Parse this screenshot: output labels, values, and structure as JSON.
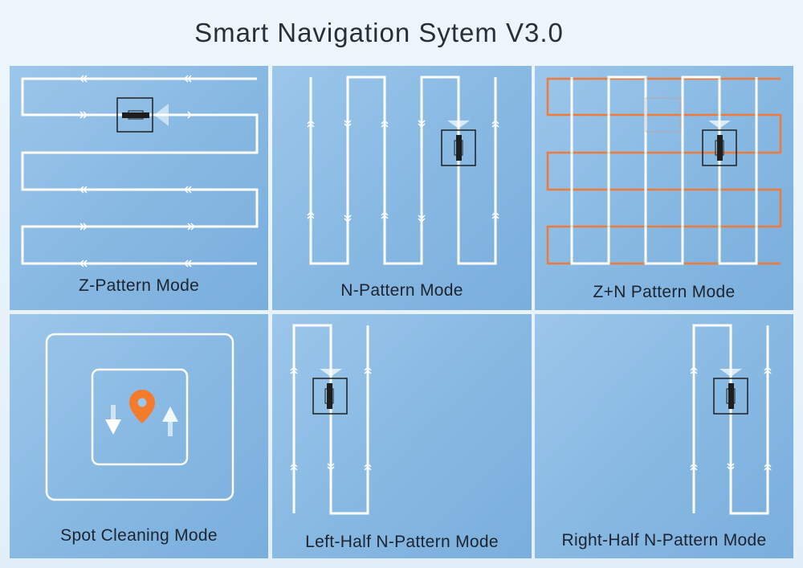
{
  "title": "Smart Navigation Sytem V3.0",
  "colors": {
    "panel": "#86b8e2",
    "path": "#ffffff",
    "orange_path": "#f07a3a",
    "pin": "#f47b2c",
    "robot": "#1e1e1e"
  },
  "modes": [
    {
      "label": "Z-Pattern Mode",
      "icon": "zigzag-path-icon"
    },
    {
      "label": "N-Pattern Mode",
      "icon": "n-path-icon"
    },
    {
      "label": "Z+N Pattern Mode",
      "icon": "grid-path-icon"
    },
    {
      "label": "Spot Cleaning Mode",
      "icon": "location-pin-icon"
    },
    {
      "label": "Left-Half N-Pattern Mode",
      "icon": "n-path-icon"
    },
    {
      "label": "Right-Half N-Pattern Mode",
      "icon": "n-path-icon"
    }
  ]
}
